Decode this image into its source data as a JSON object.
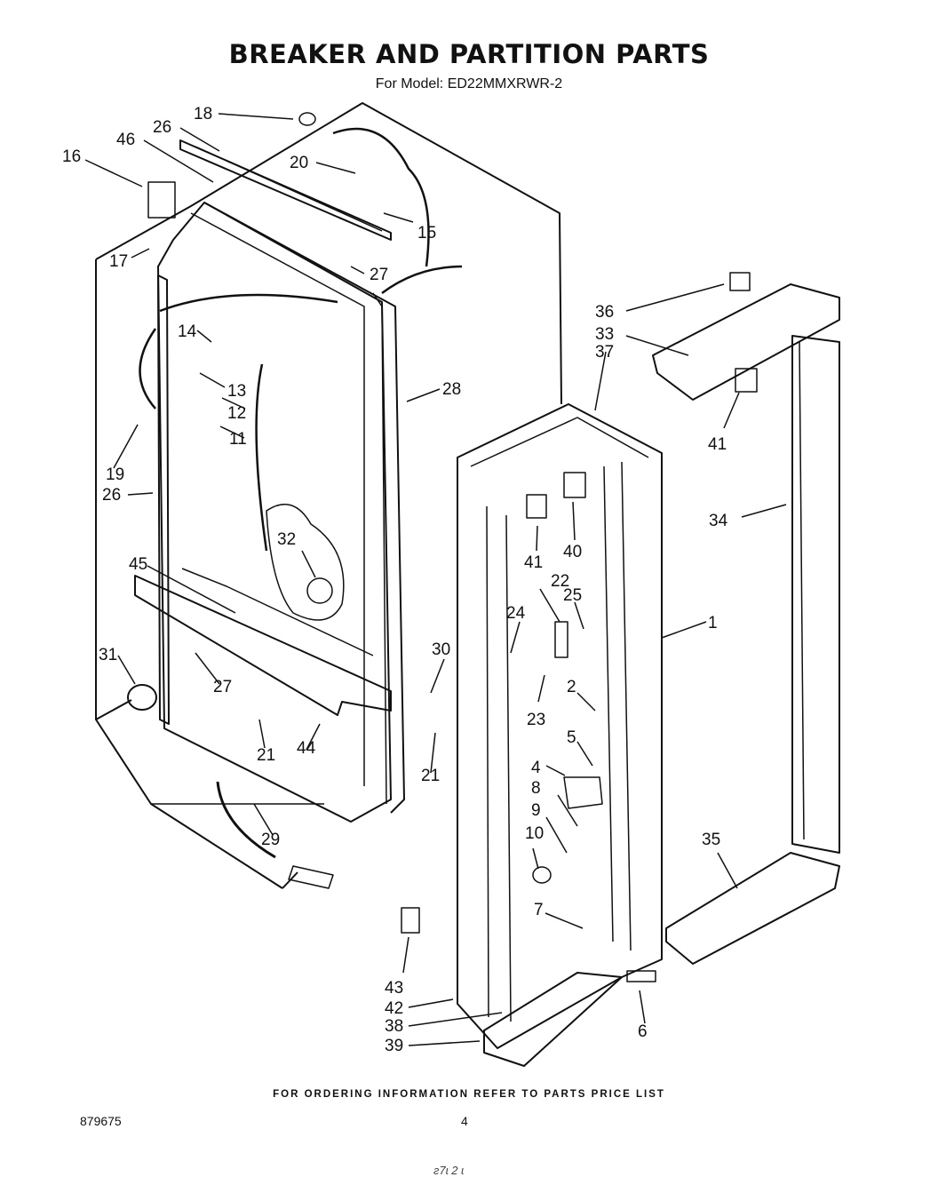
{
  "title": "BREAKER AND PARTITION PARTS",
  "subtitle": "For Model: ED22MMXRWR-2",
  "footer": "FOR ORDERING INFORMATION REFER TO PARTS PRICE LIST",
  "page_code": "879675",
  "page_number": "4",
  "handwritten_note": "ƨ7ɩ 2 ɩ",
  "callouts": [
    "18",
    "26",
    "46",
    "16",
    "20",
    "15",
    "17",
    "27",
    "14",
    "13",
    "12",
    "11",
    "19",
    "26",
    "28",
    "32",
    "45",
    "31",
    "27",
    "21",
    "44",
    "29",
    "30",
    "21",
    "36",
    "33",
    "37",
    "41",
    "34",
    "41",
    "40",
    "22",
    "25",
    "24",
    "1",
    "2",
    "23",
    "5",
    "4",
    "8",
    "9",
    "10",
    "7",
    "35",
    "43",
    "42",
    "38",
    "39",
    "6"
  ]
}
